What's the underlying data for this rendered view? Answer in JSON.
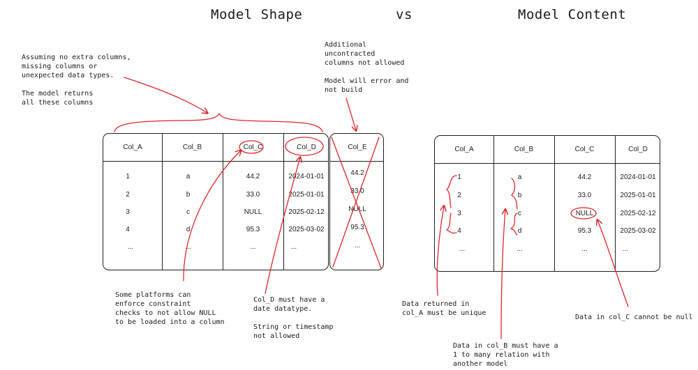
{
  "titles": {
    "left": "Model Shape",
    "middle": "vs",
    "right": "Model Content"
  },
  "tables": {
    "shape": {
      "headers": [
        "Col_A",
        "Col_B",
        "Col_C",
        "Col_D"
      ],
      "rows": [
        [
          "1",
          "a",
          "44.2",
          "2024-01-01"
        ],
        [
          "2",
          "b",
          "33.0",
          "2025-01-01"
        ],
        [
          "3",
          "c",
          "NULL",
          "2025-02-12"
        ],
        [
          "4",
          "d",
          "95.3",
          "2025-03-02"
        ],
        [
          "...",
          "...",
          "...",
          "..."
        ]
      ]
    },
    "extra": {
      "header": "Col_E",
      "rows": [
        "44.2",
        "33.0",
        "NULL",
        "95.3",
        "..."
      ]
    },
    "content": {
      "headers": [
        "Col_A",
        "Col_B",
        "Col_C",
        "Col_D"
      ],
      "rows": [
        [
          "1",
          "a",
          "44.2",
          "2024-01-01"
        ],
        [
          "2",
          "b",
          "33.0",
          "2025-01-01"
        ],
        [
          "3",
          "c",
          "NULL",
          "2025-02-12"
        ],
        [
          "4",
          "d",
          "95.3",
          "2025-03-02"
        ],
        [
          "...",
          "...",
          "...",
          "..."
        ]
      ]
    }
  },
  "notes": {
    "assumption": "Assuming no extra columns,\nmissing columns or\nunexpected data types.\n\nThe model returns\nall these columns",
    "additional": "Additional\nuncontracted\ncolumns not allowed\n\nModel will error and\nnot build",
    "constraint": "Some platforms can\nenforce constraint\nchecks to not allow NULL\nto be loaded into a column",
    "col_d_type": "Col_D must have a\ndate datatype.\n\nString or timestamp\nnot allowed",
    "unique": "Data returned in\ncol_A must be unique",
    "relation": "Data in col_B must have a\n1 to many relation with\nanother model",
    "not_null": "Data in col_C cannot be null"
  },
  "colors": {
    "ink": "#1f1f1f",
    "annotation": "#d9262b"
  }
}
